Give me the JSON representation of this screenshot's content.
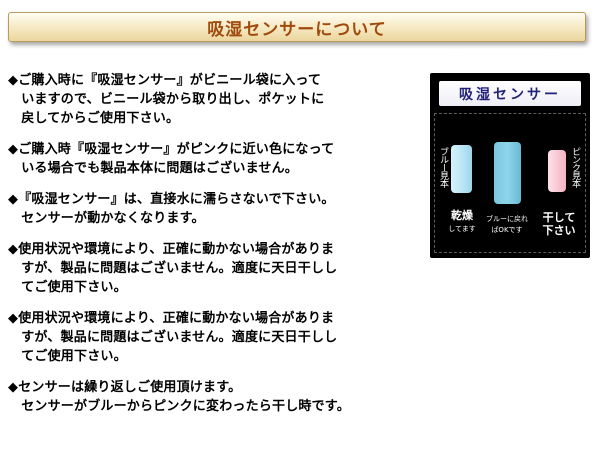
{
  "header": {
    "title": "吸湿センサーについて"
  },
  "notes": [
    "◆ご購入時に『吸湿センサー』がビニール袋に入って\n　いますので、ビニール袋から取り出し、ポケットに\n　戻してからご使用下さい。",
    "◆ご購入時『吸湿センサー』がピンクに近い色になって\n　いる場合でも製品本体に問題はございません。",
    "◆『吸湿センサー』は、直接水に濡らさないで下さい。\n　センサーが動かなくなります。",
    "◆使用状況や環境により、正確に動かない場合がありま\n　すが、製品に問題はございません。適度に天日干しし\n　てご使用下さい。",
    "◆使用状況や環境により、正確に動かない場合がありま\n　すが、製品に問題はございません。適度に天日干しし\n　てご使用下さい。",
    "◆センサーは繰り返しご使用頂けます。\n　センサーがブルーからピンクに変わったら干し時です。"
  ],
  "sensor_card": {
    "label": "吸湿センサー",
    "before": {
      "title": "吸湿前",
      "color_name": "ブルー",
      "side": "ブルー見本",
      "bottom_1": "乾燥",
      "bottom_2": "してます"
    },
    "center": {
      "bottom_1": "ブルーに戻れ",
      "bottom_2": "ばOKです"
    },
    "after": {
      "title": "吸湿後",
      "color_name": "ピンク",
      "side": "ピンク見本",
      "bottom_1": "干して",
      "bottom_2": "下さい"
    },
    "colors": {
      "blue": "#b5e4f4",
      "center": "#8ed5ea",
      "pink": "#f7c4d2"
    }
  }
}
